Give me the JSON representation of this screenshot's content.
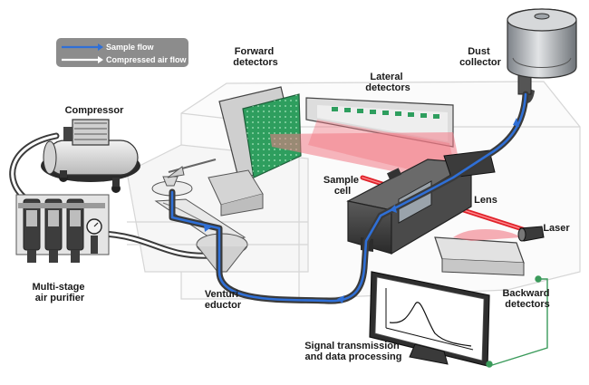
{
  "legend": {
    "sample_flow": "Sample flow",
    "compressed_air_flow": "Compressed air flow"
  },
  "labels": {
    "forward_detectors": [
      "Forward",
      "detectors"
    ],
    "lateral_detectors": [
      "Lateral",
      "detectors"
    ],
    "dust_collector": [
      "Dust",
      "collector"
    ],
    "compressor": "Compressor",
    "sample_cell": [
      "Sample",
      "cell"
    ],
    "lens": "Lens",
    "laser": "Laser",
    "multi_stage_air_purifier": [
      "Multi-stage",
      "air purifier"
    ],
    "venturi_eductor": [
      "Venturi",
      "eductor"
    ],
    "backward_detectors": [
      "Backward",
      "detectors"
    ],
    "signal_processing": [
      "Signal transmission",
      "and data processing"
    ]
  },
  "colors": {
    "sample_flow": "#2f6fd6",
    "compressed_air": "#ffffff",
    "laser_beam": "#e0222a",
    "scatter": "#f27a86",
    "detector_green": "#2e9e5e",
    "legend_bg": "#8c8c8c",
    "signal_wire": "#3a9a5a"
  }
}
